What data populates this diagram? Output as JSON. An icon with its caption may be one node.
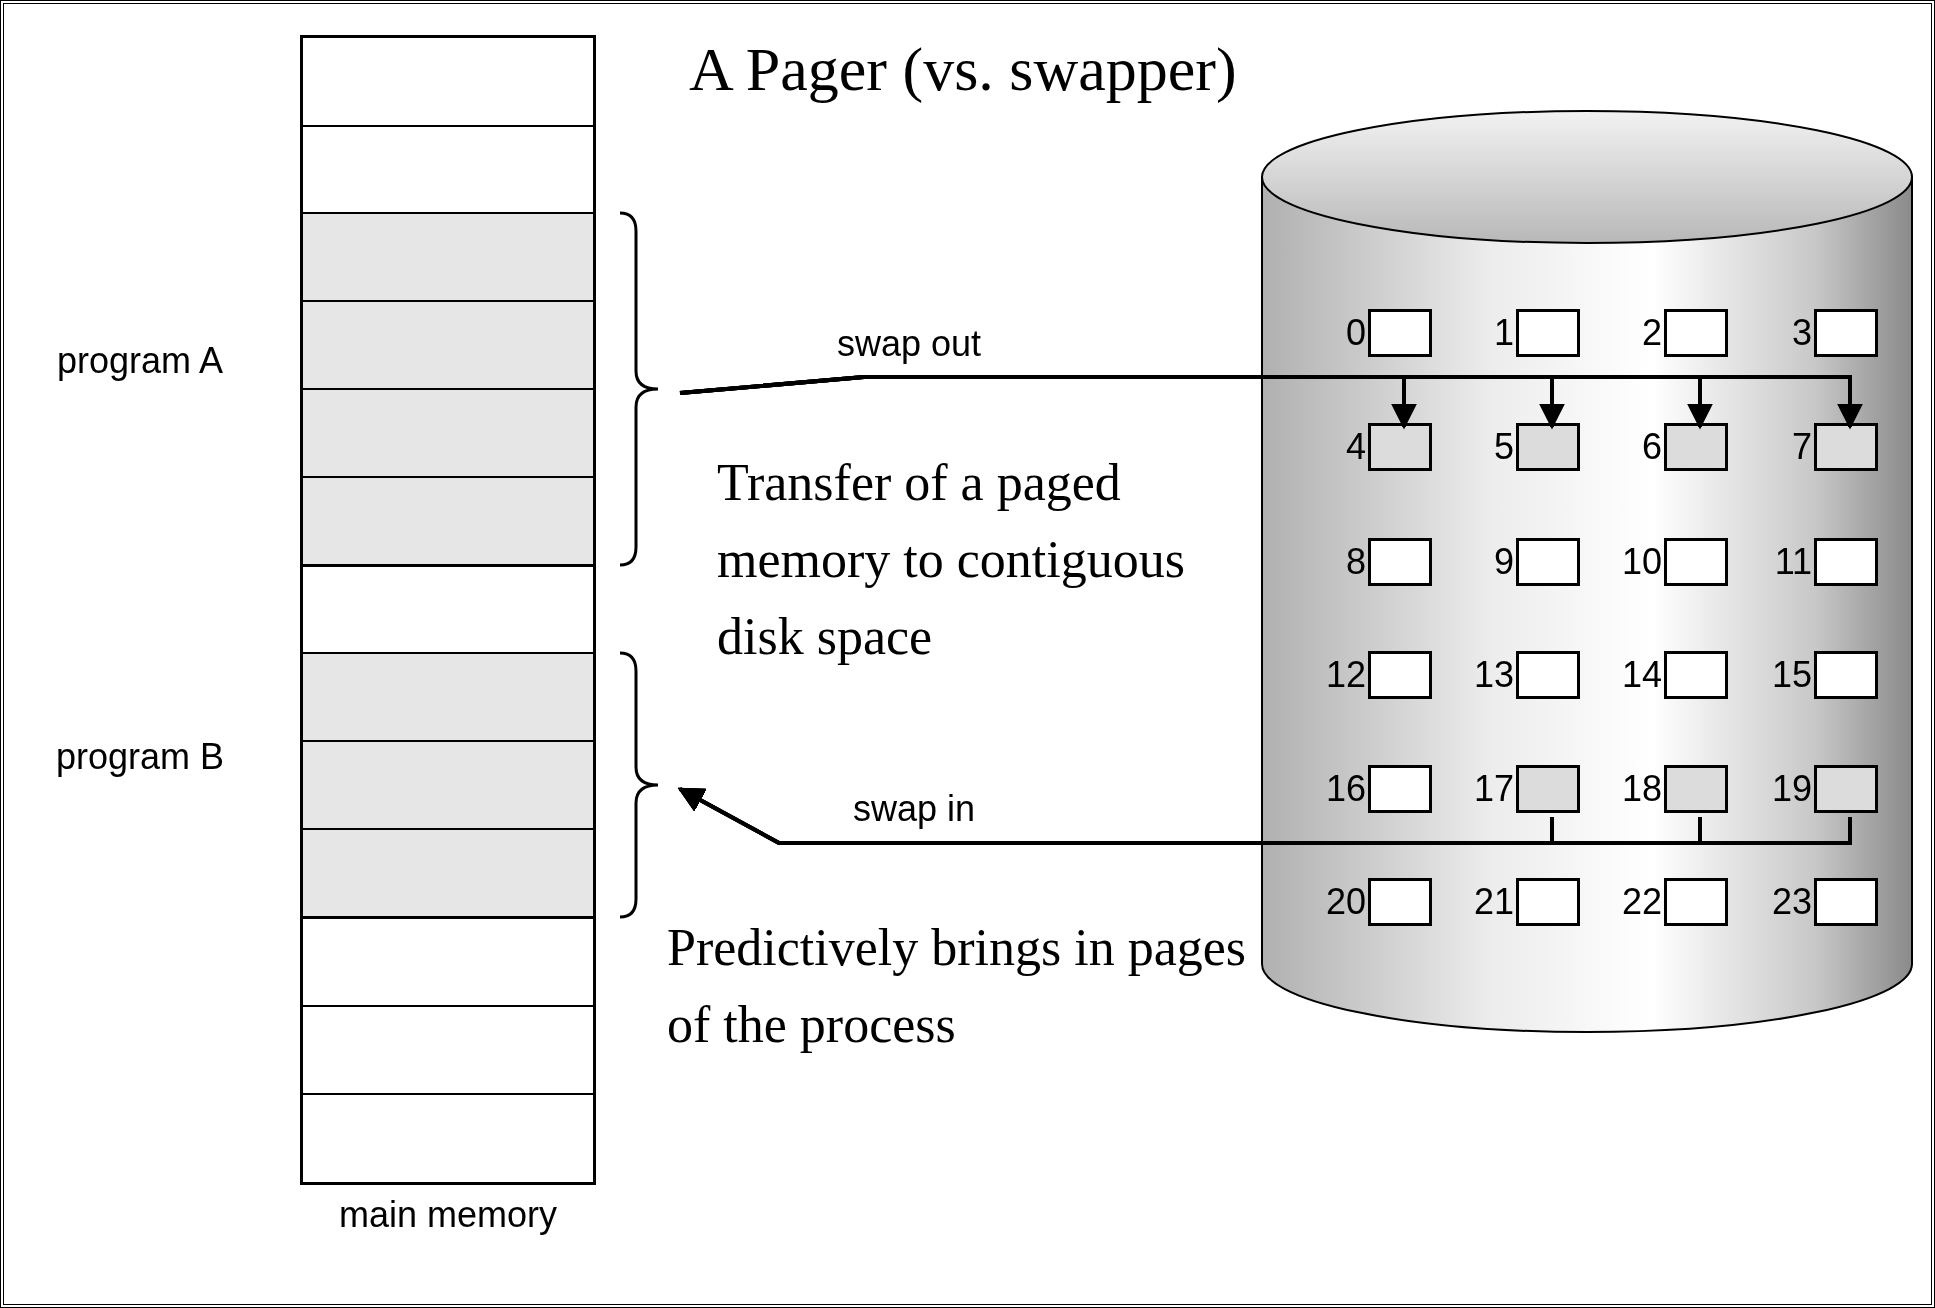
{
  "diagram": {
    "title": "A Pager (vs. swapper)",
    "nodes": [
      {
        "text": [
          "main memory"
        ]
      },
      {
        "text": [
          "program A"
        ],
        "in": 0
      },
      {
        "text": [
          "program B"
        ],
        "in": 0
      },
      {
        "text": [],
        "shape": "cylinder"
      },
      {
        "text": [],
        "shape": "box",
        "beside": [
          "0"
        ],
        "in": 3
      },
      {
        "text": [],
        "shape": "box",
        "beside": [
          "1"
        ],
        "in": 3
      },
      {
        "text": [],
        "shape": "box",
        "beside": [
          "2"
        ],
        "in": 3
      },
      {
        "text": [],
        "shape": "box",
        "beside": [
          "3"
        ],
        "in": 3
      },
      {
        "text": [],
        "shape": "box",
        "beside": [
          "4"
        ],
        "in": 3
      },
      {
        "text": [],
        "shape": "box",
        "beside": [
          "5"
        ],
        "in": 3
      },
      {
        "text": [],
        "shape": "box",
        "beside": [
          "6"
        ],
        "in": 3
      },
      {
        "text": [],
        "shape": "box",
        "beside": [
          "7"
        ],
        "in": 3
      },
      {
        "text": [],
        "shape": "box",
        "beside": [
          "8"
        ],
        "in": 3
      },
      {
        "text": [],
        "shape": "box",
        "beside": [
          "9"
        ],
        "in": 3
      },
      {
        "text": [],
        "shape": "box",
        "beside": [
          "10"
        ],
        "in": 3
      },
      {
        "text": [],
        "shape": "box",
        "beside": [
          "11"
        ],
        "in": 3
      },
      {
        "text": [],
        "shape": "box",
        "beside": [
          "12"
        ],
        "in": 3
      },
      {
        "text": [],
        "shape": "box",
        "beside": [
          "13"
        ],
        "in": 3
      },
      {
        "text": [],
        "shape": "box",
        "beside": [
          "14"
        ],
        "in": 3
      },
      {
        "text": [],
        "shape": "box",
        "beside": [
          "15"
        ],
        "in": 3
      },
      {
        "text": [],
        "shape": "box",
        "beside": [
          "16"
        ],
        "in": 3
      },
      {
        "text": [],
        "shape": "box",
        "beside": [
          "17"
        ],
        "in": 3
      },
      {
        "text": [],
        "shape": "box",
        "beside": [
          "18"
        ],
        "in": 3
      },
      {
        "text": [],
        "shape": "box",
        "beside": [
          "19"
        ],
        "in": 3
      },
      {
        "text": [],
        "shape": "box",
        "beside": [
          "20"
        ],
        "in": 3
      },
      {
        "text": [],
        "shape": "box",
        "beside": [
          "21"
        ],
        "in": 3
      },
      {
        "text": [],
        "shape": "box",
        "beside": [
          "22"
        ],
        "in": 3
      },
      {
        "text": [],
        "shape": "box",
        "beside": [
          "23"
        ],
        "in": 3
      }
    ],
    "edges": [
      {
        "from": 1,
        "to": 8,
        "arrow": "to",
        "label": "swap out"
      },
      {
        "from": 1,
        "to": 9,
        "arrow": "to"
      },
      {
        "from": 1,
        "to": 10,
        "arrow": "to"
      },
      {
        "from": 1,
        "to": 11,
        "arrow": "to"
      },
      {
        "from": 21,
        "to": 2,
        "arrow": "to",
        "label": "swap in"
      },
      {
        "from": 22,
        "to": 2,
        "arrow": "to"
      },
      {
        "from": 23,
        "to": 2,
        "arrow": "to"
      }
    ],
    "labels": [
      "Transfer of a paged memory to contiguous disk space",
      "Predictively brings in pages of the process"
    ]
  }
}
